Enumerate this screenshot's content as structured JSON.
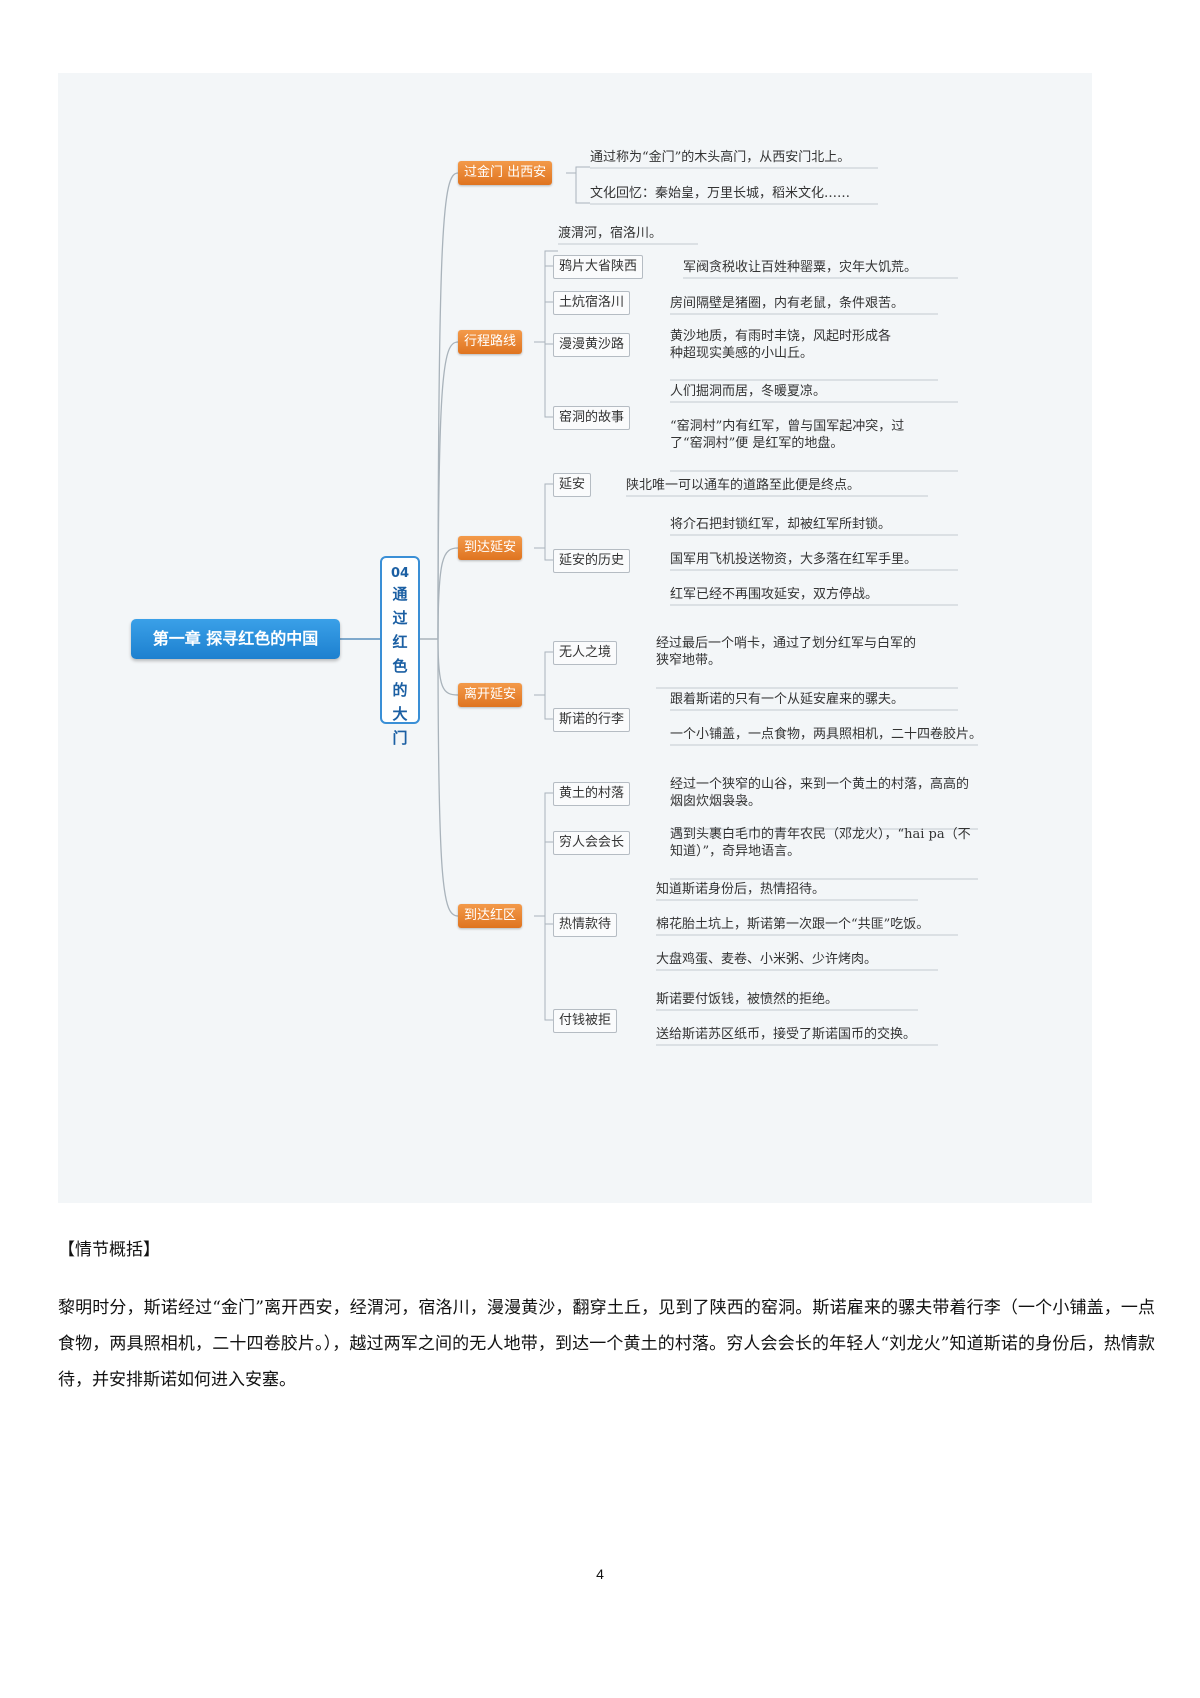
{
  "mindmap": {
    "root": "第一章 探寻红色的中国",
    "section": {
      "number": "04",
      "title_chars": [
        "通",
        "过",
        "红",
        "色",
        "的",
        "大",
        "门"
      ]
    },
    "topics": [
      {
        "label": "过金门 出西安",
        "children": [
          {
            "leaf": "通过称为“金门”的木头高门，从西安门北上。"
          },
          {
            "leaf": "文化回忆：秦始皇，万里长城，稻米文化……"
          }
        ]
      },
      {
        "label": "行程路线",
        "children": [
          {
            "leaf": "渡渭河，宿洛川。"
          },
          {
            "label": "鸦片大省陕西",
            "leaves": [
              "军阀贪税收让百姓种罂粟，灾年大饥荒。"
            ]
          },
          {
            "label": "土炕宿洛川",
            "leaves": [
              "房间隔壁是猪圈，内有老鼠，条件艰苦。"
            ]
          },
          {
            "label": "漫漫黄沙路",
            "leaves": [
              "黄沙地质，有雨时丰饶，风起时形成各\n种超现实美感的小山丘。"
            ]
          },
          {
            "label": "窑洞的故事",
            "leaves": [
              "人们掘洞而居，冬暖夏凉。",
              "“窑洞村”内有红军，曾与国军起冲突，过\n了“窑洞村”便 是红军的地盘。"
            ]
          }
        ]
      },
      {
        "label": "到达延安",
        "children": [
          {
            "label": "延安",
            "leaves": [
              "陕北唯一可以通车的道路至此便是终点。"
            ]
          },
          {
            "label": "延安的历史",
            "leaves": [
              "将介石把封锁红军，却被红军所封锁。",
              "国军用飞机投送物资，大多落在红军手里。",
              "红军已经不再围攻延安，双方停战。"
            ]
          }
        ]
      },
      {
        "label": "离开延安",
        "children": [
          {
            "label": "无人之境",
            "leaves": [
              "经过最后一个哨卡，通过了划分红军与白军的\n狭窄地带。"
            ]
          },
          {
            "label": "斯诺的行李",
            "leaves": [
              "跟着斯诺的只有一个从延安雇来的骡夫。",
              "一个小铺盖，一点食物，两具照相机，二十四卷胶片。"
            ]
          }
        ]
      },
      {
        "label": "到达红区",
        "children": [
          {
            "label": "黄土的村落",
            "leaves": [
              "经过一个狭窄的山谷，来到一个黄土的村落，高高的\n烟囱炊烟袅袅。"
            ]
          },
          {
            "label": "穷人会会长",
            "leaves": [
              "遇到头裹白毛巾的青年农民（邓龙火），“hai pa（不\n知道）”，奇异地语言。"
            ]
          },
          {
            "label": "热情款待",
            "leaves": [
              "知道斯诺身份后，热情招待。",
              "棉花胎土坑上，斯诺第一次跟一个“共匪”吃饭。",
              "大盘鸡蛋、麦卷、小米粥、少许烤肉。"
            ]
          },
          {
            "label": "付钱被拒",
            "leaves": [
              "斯诺要付饭钱，被愤然的拒绝。",
              "送给斯诺苏区纸币，接受了斯诺国币的交换。"
            ]
          }
        ]
      }
    ]
  },
  "caption": "【情节概括】",
  "summary": "黎明时分，斯诺经过“金门”离开西安，经渭河，宿洛川，漫漫黄沙，翻穿土丘，见到了陕西的窑洞。斯诺雇来的骡夫带着行李（一个小铺盖，一点食物，两具照相机，二十四卷胶片。），越过两军之间的无人地带，到达一个黄土的村落。穷人会会长的年轻人“刘龙火”知道斯诺的身份后，热情款待，并安排斯诺如何进入安塞。",
  "page_number": "4"
}
